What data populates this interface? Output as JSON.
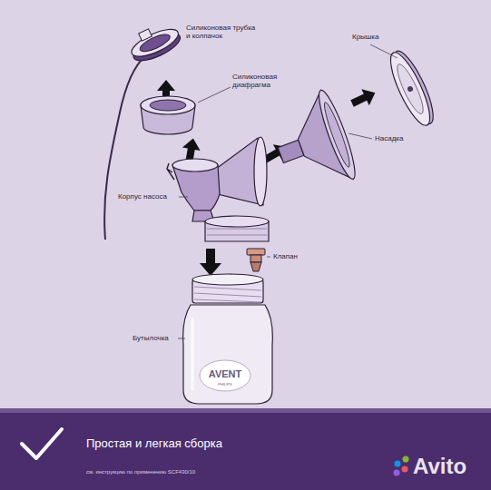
{
  "diagram": {
    "nodes": [
      {
        "text": [
          "Простая и легкая сборка",
          "см. инструкцию по применению SCF430/10"
        ]
      }
    ],
    "labels": [
      "Силиконовая трубка и колпачок",
      "Крышка",
      "Силиконовая диафрагма",
      "Насадка",
      "Корпус насоса",
      "Клапан",
      "Бутылочка",
      "AVENT",
      "PHILIPS",
      "Avito"
    ]
  }
}
